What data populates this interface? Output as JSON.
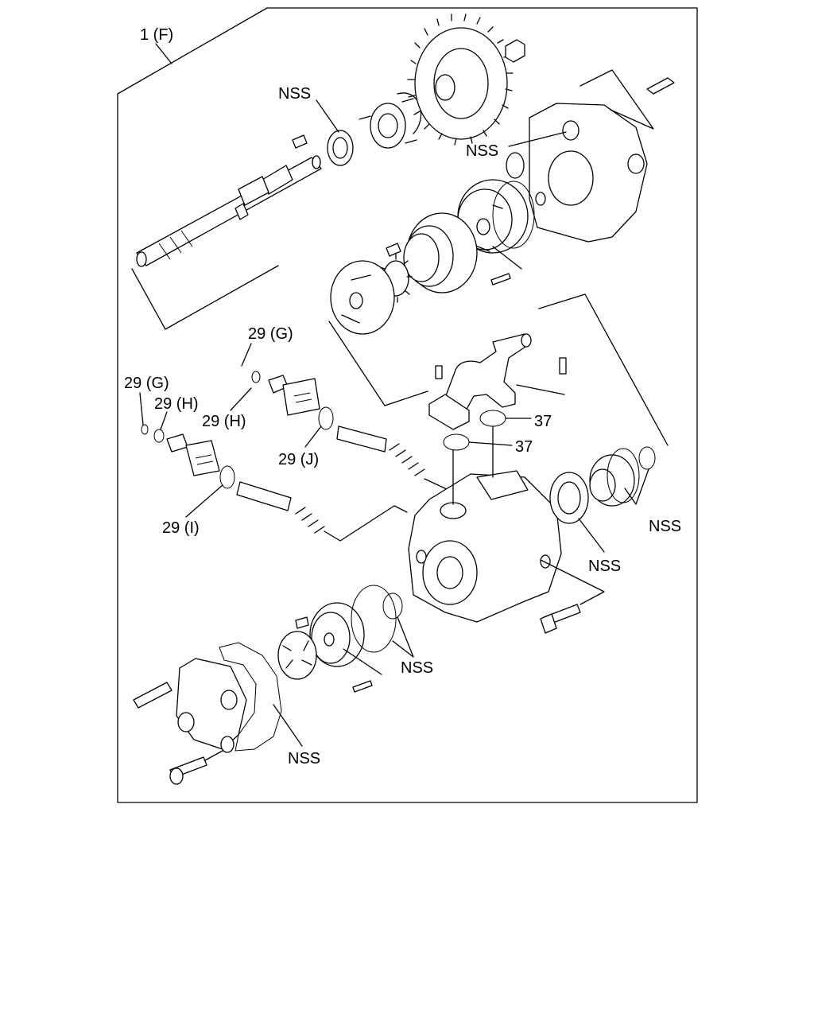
{
  "diagram": {
    "callouts": {
      "assembly": "1 (F)",
      "nss_bearing_top": "NSS",
      "nss_oring_cover": "NSS",
      "oring_29g_upper": "29 (G)",
      "oring_29h_upper": "29 (H)",
      "oring_29g_left": "29 (G)",
      "oring_29h_left": "29 (H)",
      "oring_29j": "29 (J)",
      "oring_29i": "29 (I)",
      "oring_37_upper": "37",
      "oring_37_lower": "37",
      "nss_right_orings": "NSS",
      "nss_right_bearing": "NSS",
      "nss_lower_orings": "NSS",
      "nss_gasket": "NSS"
    }
  }
}
